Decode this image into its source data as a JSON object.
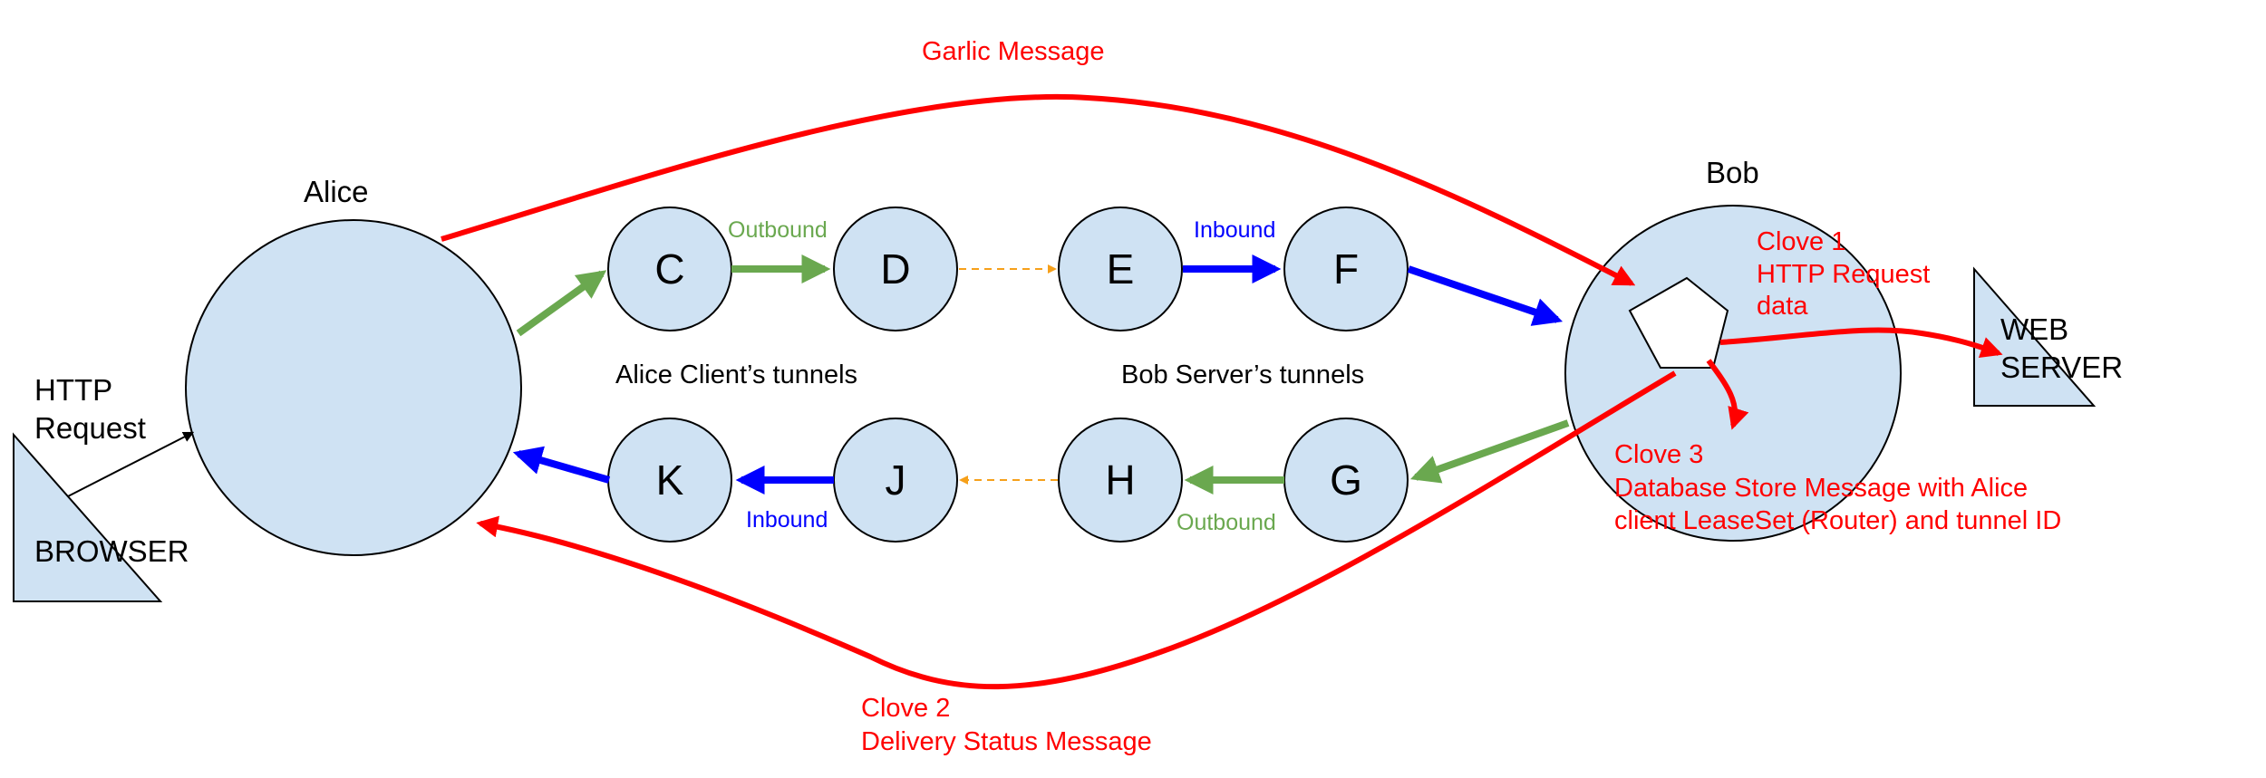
{
  "colors": {
    "node_fill": "#cfe2f3",
    "outline": "#000000",
    "garlic": "#ff0000",
    "outbound": "#6aa84f",
    "inbound": "#0000ff",
    "link": "#f6a01a"
  },
  "labels": {
    "alice": "Alice",
    "bob": "Bob",
    "garlic_message": "Garlic Message",
    "http_request_line1": "HTTP",
    "http_request_line2": "Request",
    "browser": "BROWSER",
    "web_server_line1": "WEB",
    "web_server_line2": "SERVER",
    "alice_tunnels": "Alice Client’s tunnels",
    "bob_tunnels": "Bob Server’s tunnels",
    "outbound_top": "Outbound",
    "inbound_top": "Inbound",
    "inbound_bottom": "Inbound",
    "outbound_bottom": "Outbound",
    "clove1_line1": "Clove 1",
    "clove1_line2": "HTTP Request",
    "clove1_line3": "data",
    "clove2_line1": "Clove 2",
    "clove2_line2": "Delivery Status Message",
    "clove3_line1": "Clove 3",
    "clove3_line2": "Database Store Message with Alice",
    "clove3_line3": "client LeaseSet (Router) and tunnel ID"
  },
  "nodes": {
    "c": "C",
    "d": "D",
    "e": "E",
    "f": "F",
    "g": "G",
    "h": "H",
    "j": "J",
    "k": "K"
  }
}
